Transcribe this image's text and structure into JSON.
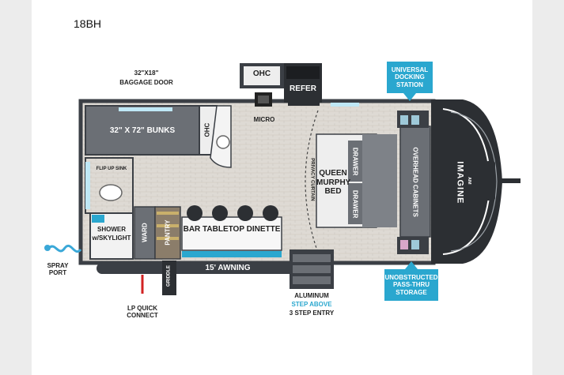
{
  "model": "18BH",
  "labels": {
    "baggage_door_size": "32\"X18\"",
    "baggage_door": "BAGGAGE DOOR",
    "bunks": "32\" X 72\" BUNKS",
    "ohc_bunk": "OHC",
    "ohc_top": "OHC",
    "refer": "REFER",
    "micro": "MICRO",
    "flip_up_sink": "FLIP UP SINK",
    "privacy_curtain": "PRIVACY CURTAIN",
    "queen_bed": "QUEEN MURPHY BED",
    "drawer_top": "DRAWER",
    "drawer_bottom": "DRAWER",
    "overhead_cabinets": "OVERHEAD CABINETS",
    "shower": "SHOWER",
    "skylight": "w/SKYLIGHT",
    "ward": "WARD",
    "pantry": "PANTRY",
    "dinette": "BAR TABLETOP DINETTE",
    "awning": "15' AWNING",
    "griddle": "GRIDDLE",
    "spray_port": "SPRAY PORT",
    "lp_quick_connect": "LP QUICK CONNECT",
    "entry_line1": "ALUMINUM",
    "entry_line2": "STEP ABOVE",
    "entry_line3": "3 STEP ENTRY",
    "brand": "IMAGINE",
    "brand_sub": "AIM"
  },
  "callouts": {
    "docking_station": "UNIVERSAL DOCKING STATION",
    "pass_thru_storage": "UNOBSTRUCTED PASS-THRU STORAGE"
  },
  "colors": {
    "callout_bg": "#2aa7cf",
    "step_above_text": "#2aa7cf",
    "wall": "#3b3f45",
    "floor": "#d9d5cf",
    "lp_line": "#d22222",
    "spray_hose": "#3aa8d8"
  }
}
